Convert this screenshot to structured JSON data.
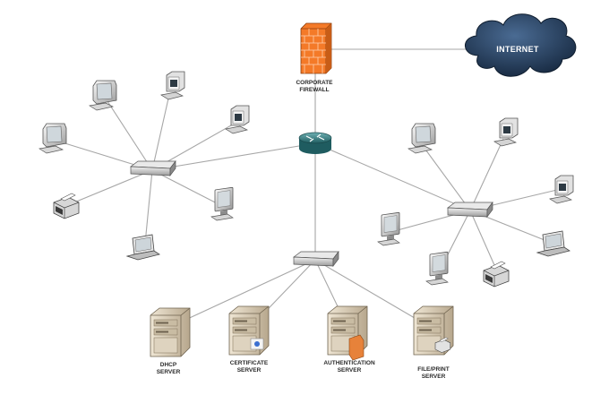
{
  "diagram": {
    "nodes": {
      "firewall": {
        "label_lines": [
          "CORPORATE",
          "FIREWALL"
        ],
        "icon": "firewall-icon"
      },
      "internet": {
        "label": "INTERNET",
        "icon": "cloud-icon"
      },
      "router": {
        "icon": "router-icon"
      },
      "servers": [
        {
          "label_lines": [
            "DHCP",
            "SERVER"
          ],
          "icon": "server-icon",
          "accessory": ""
        },
        {
          "label_lines": [
            "CERTIFICATE",
            "SERVER"
          ],
          "icon": "server-icon",
          "accessory": "certificate-badge"
        },
        {
          "label_lines": [
            "AUTHENTICATION",
            "SERVER"
          ],
          "icon": "server-icon",
          "accessory": "badge"
        },
        {
          "label_lines": [
            "FILE/PRINT",
            "SERVER"
          ],
          "icon": "server-icon",
          "accessory": "printer"
        }
      ]
    },
    "colors": {
      "firewall": "#f47a28",
      "cloud": "#1e3553",
      "router": "#2f7a7f",
      "link": "#a7a7a7",
      "server": "#d9ccb5"
    }
  }
}
